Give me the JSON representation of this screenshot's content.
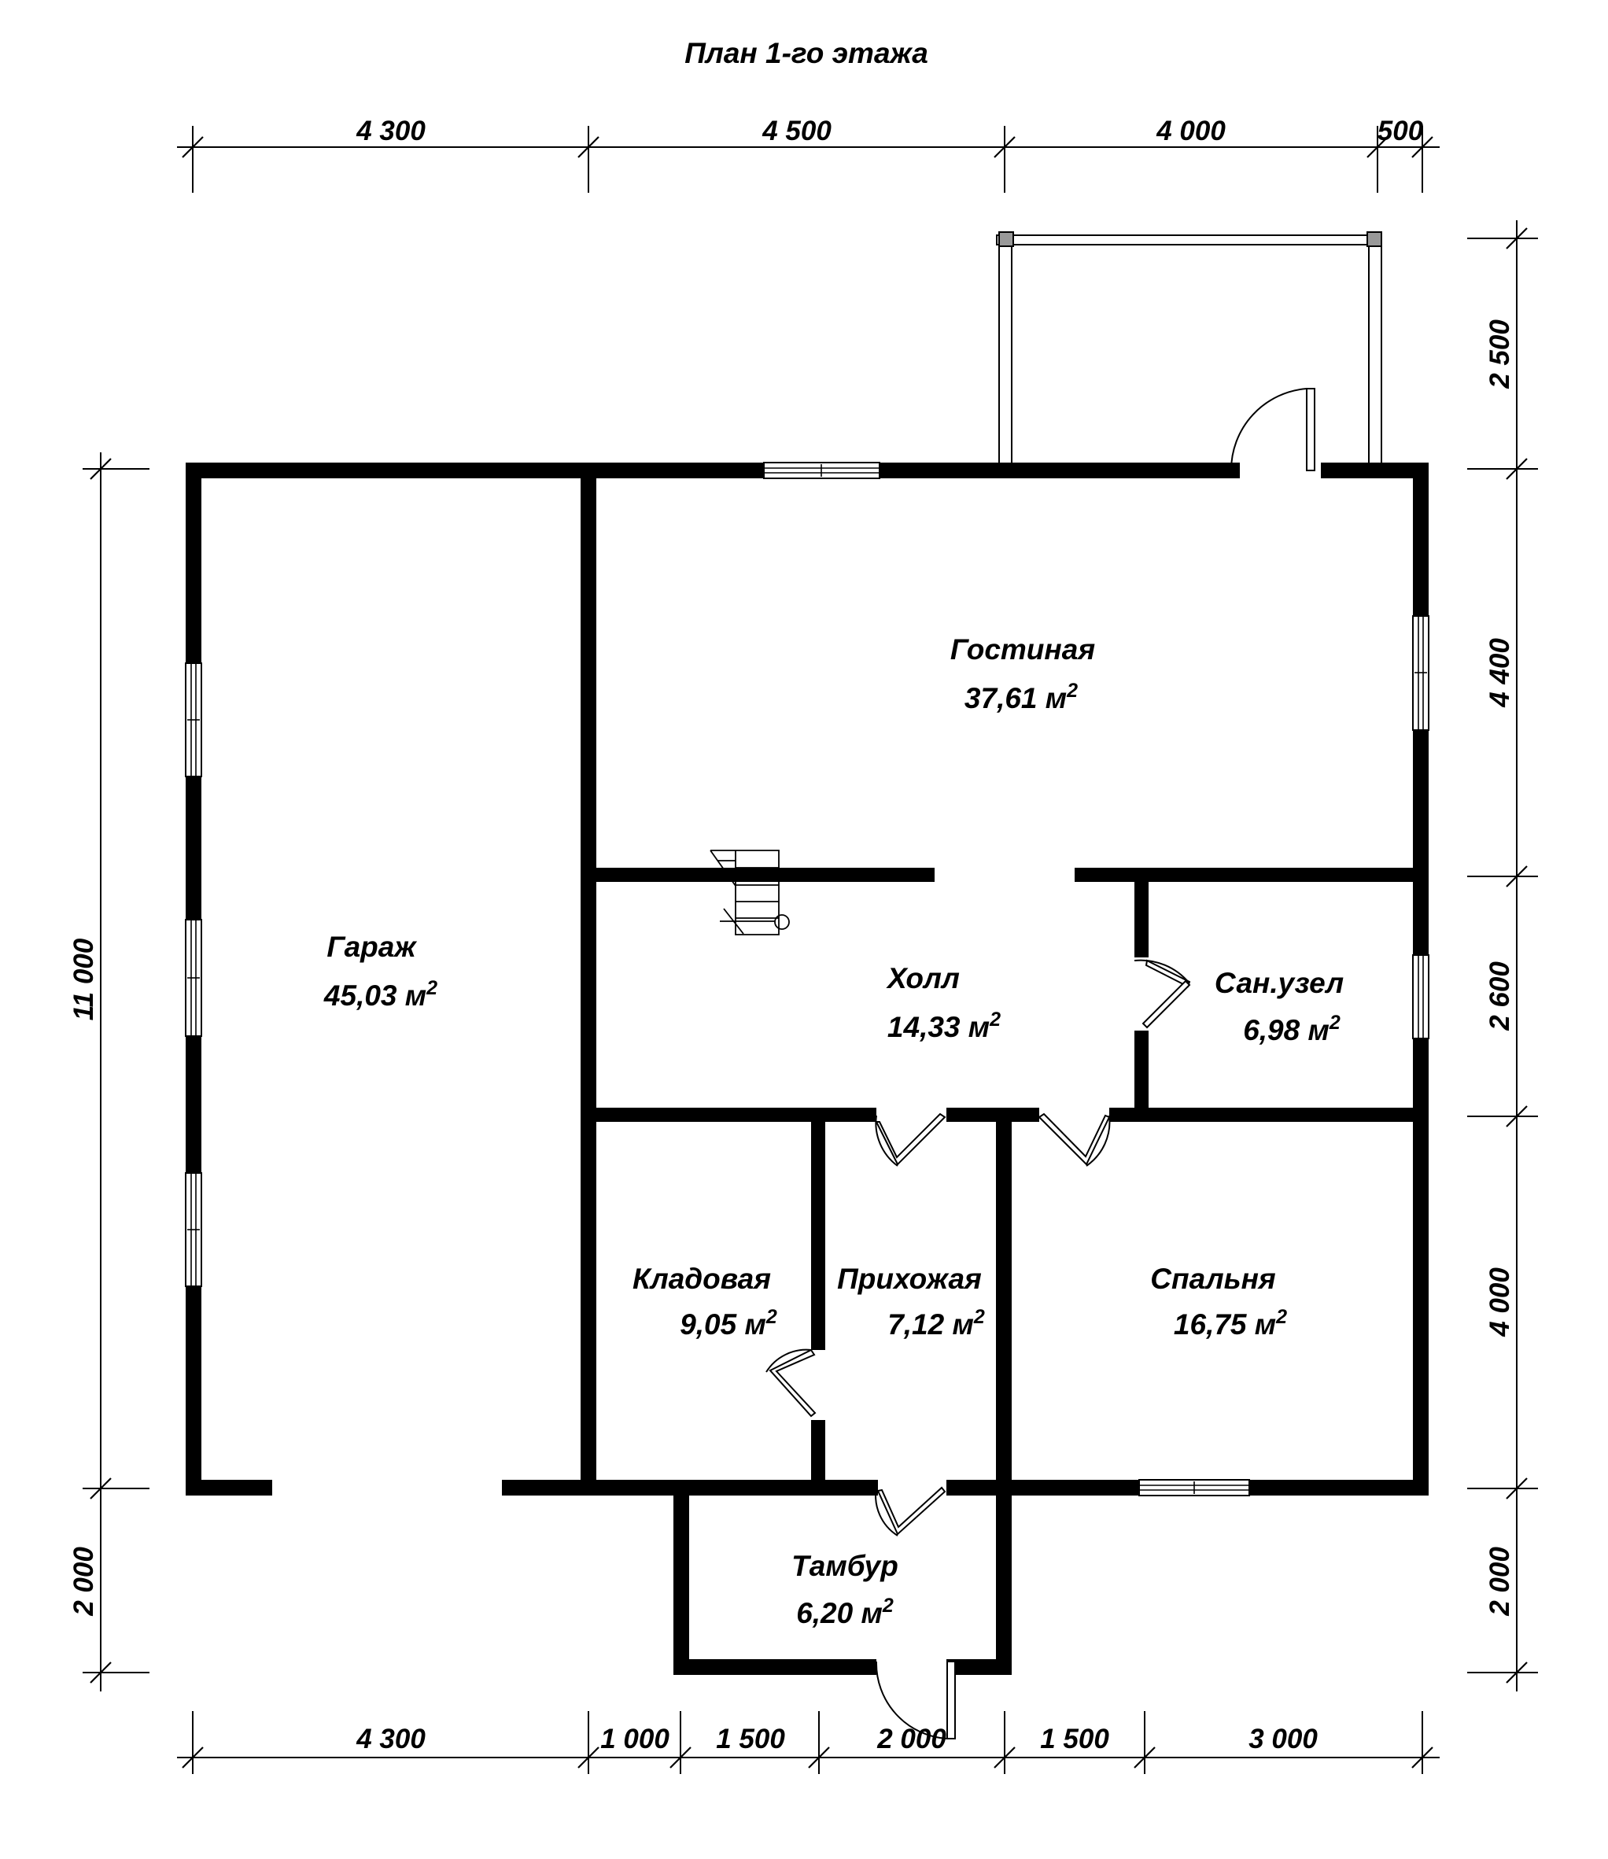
{
  "title": "План 1-го этажа",
  "dims": {
    "top": [
      "4 300",
      "4 500",
      "4 000",
      "500"
    ],
    "bottom": [
      "4 300",
      "1 000",
      "1 500",
      "2 000",
      "1 500",
      "3 000"
    ],
    "left": [
      "11 000",
      "2 000"
    ],
    "right": [
      "2 500",
      "4 400",
      "2 600",
      "4 000",
      "2 000"
    ]
  },
  "rooms": [
    {
      "name": "Гостиная",
      "area": "37,61 м",
      "sup": "2"
    },
    {
      "name": "Гараж",
      "area": "45,03 м",
      "sup": "2"
    },
    {
      "name": "Холл",
      "area": "14,33 м",
      "sup": "2"
    },
    {
      "name": "Сан.узел",
      "area": "6,98 м",
      "sup": "2"
    },
    {
      "name": "Кладовая",
      "area": "9,05 м",
      "sup": "2"
    },
    {
      "name": "Прихожая",
      "area": "7,12 м",
      "sup": "2"
    },
    {
      "name": "Спальня",
      "area": "16,75 м",
      "sup": "2"
    },
    {
      "name": "Тамбур",
      "area": "6,20 м",
      "sup": "2"
    }
  ]
}
